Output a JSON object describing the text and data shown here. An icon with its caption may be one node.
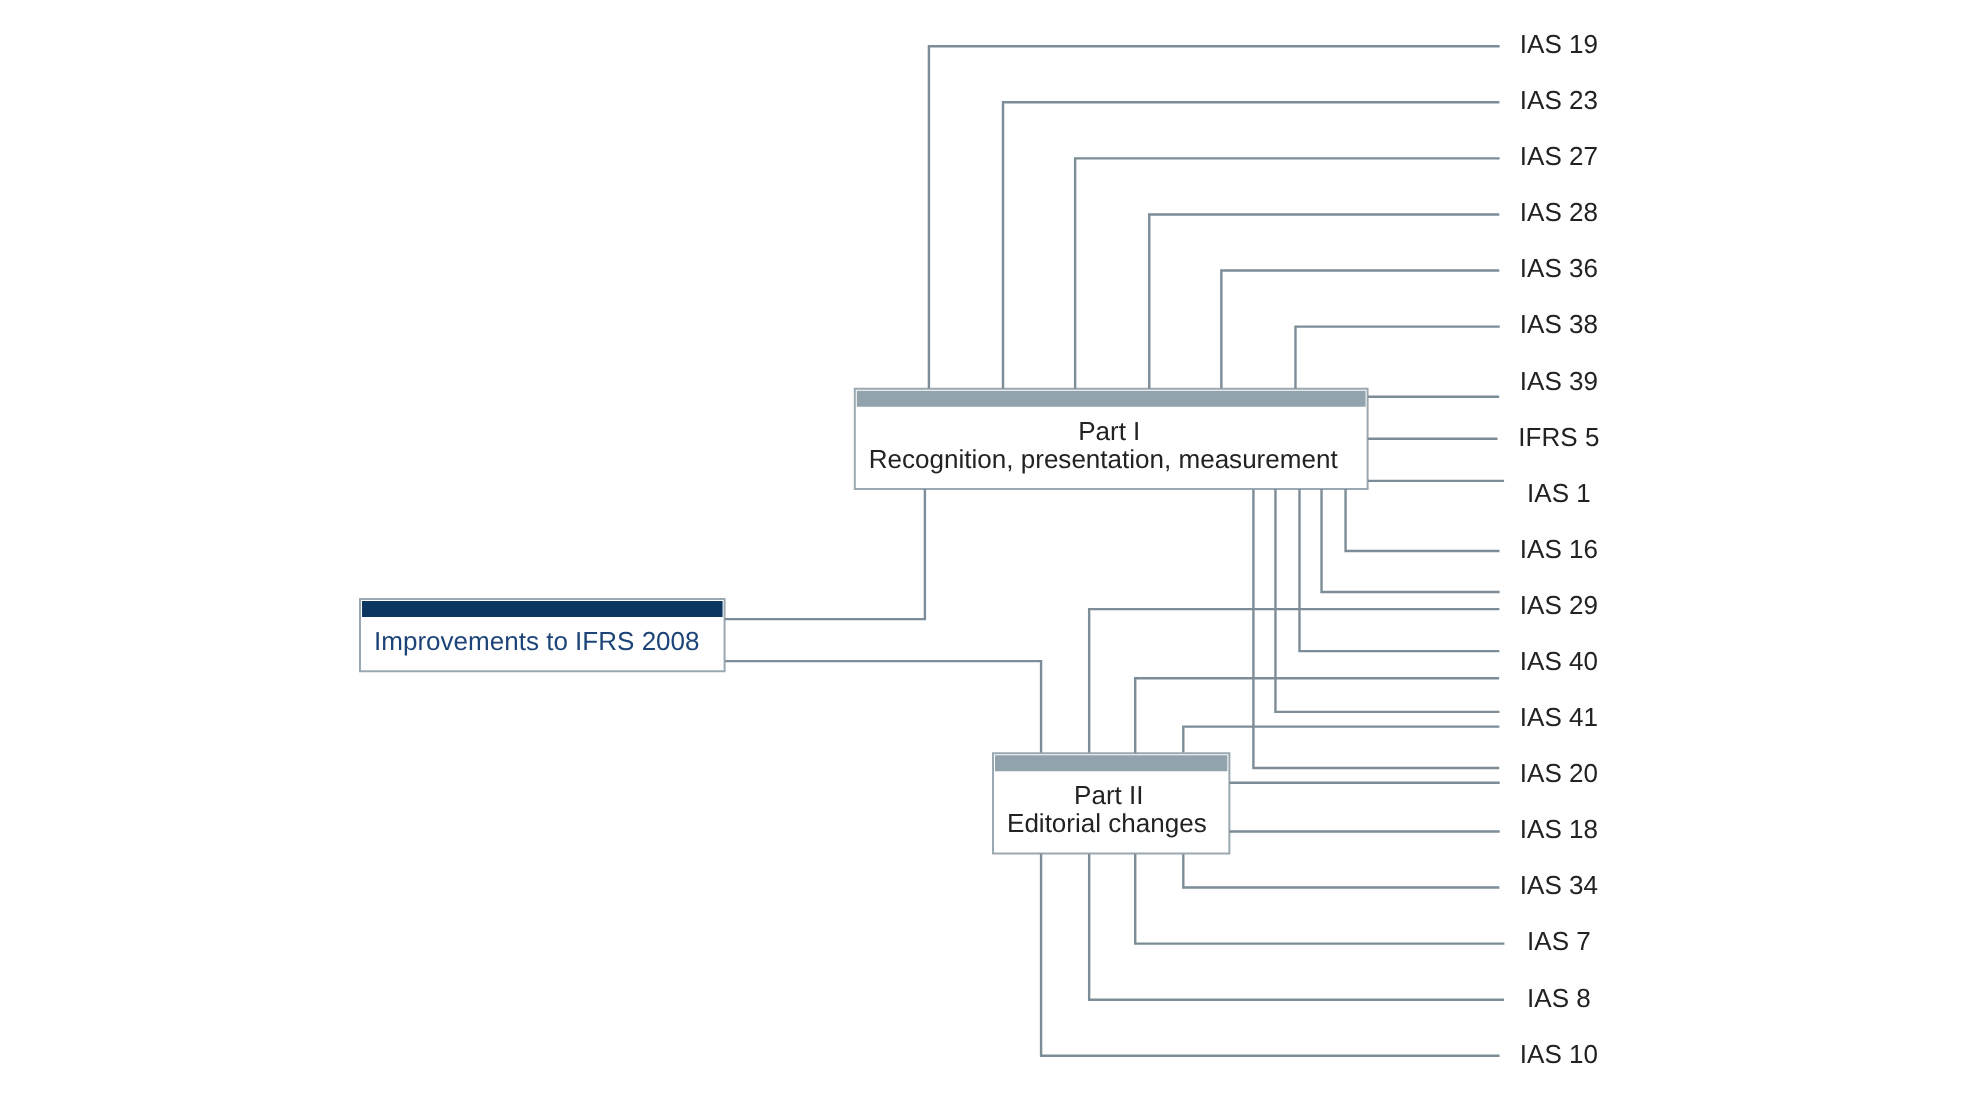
{
  "diagram": {
    "nodes": [
      {
        "text": [
          "Improvements to IFRS 2008"
        ]
      },
      {
        "text": [
          "Part I",
          "Recognition, presentation, measurement"
        ]
      },
      {
        "text": [
          "Part II",
          "Editorial changes"
        ]
      },
      {
        "text": [
          "IFRS 5"
        ]
      },
      {
        "text": [
          "IAS 1"
        ]
      },
      {
        "text": [
          "IAS 16"
        ]
      },
      {
        "text": [
          "IAS 19"
        ]
      },
      {
        "text": [
          "IAS 23"
        ]
      },
      {
        "text": [
          "IAS 27"
        ]
      },
      {
        "text": [
          "IAS 28"
        ]
      },
      {
        "text": [
          "IAS 36"
        ]
      },
      {
        "text": [
          "IAS 38"
        ]
      },
      {
        "text": [
          "IAS 39"
        ]
      },
      {
        "text": [
          "IAS 20"
        ]
      },
      {
        "text": [
          "IAS 29"
        ]
      },
      {
        "text": [
          "IAS 40"
        ]
      },
      {
        "text": [
          "IAS 41"
        ]
      },
      {
        "text": [
          "IAS 7"
        ]
      },
      {
        "text": [
          "IAS 8"
        ]
      },
      {
        "text": [
          "IAS 10"
        ]
      },
      {
        "text": [
          "IAS 18"
        ]
      },
      {
        "text": [
          "IAS 34"
        ]
      }
    ],
    "edges": [
      {
        "from": 0,
        "to": 1,
        "arrow": "none"
      },
      {
        "from": 0,
        "to": 2,
        "arrow": "none"
      },
      {
        "from": 1,
        "to": 3,
        "arrow": "none"
      },
      {
        "from": 1,
        "to": 4,
        "arrow": "none"
      },
      {
        "from": 1,
        "to": 5,
        "arrow": "none"
      },
      {
        "from": 1,
        "to": 6,
        "arrow": "none"
      },
      {
        "from": 1,
        "to": 7,
        "arrow": "none"
      },
      {
        "from": 1,
        "to": 8,
        "arrow": "none"
      },
      {
        "from": 1,
        "to": 9,
        "arrow": "none"
      },
      {
        "from": 1,
        "to": 10,
        "arrow": "none"
      },
      {
        "from": 1,
        "to": 11,
        "arrow": "none"
      },
      {
        "from": 1,
        "to": 12,
        "arrow": "none"
      },
      {
        "from": 1,
        "to": 13,
        "arrow": "none"
      },
      {
        "from": 1,
        "to": 14,
        "arrow": "none"
      },
      {
        "from": 1,
        "to": 15,
        "arrow": "none"
      },
      {
        "from": 1,
        "to": 16,
        "arrow": "none"
      },
      {
        "from": 2,
        "to": 13,
        "arrow": "none"
      },
      {
        "from": 2,
        "to": 14,
        "arrow": "none"
      },
      {
        "from": 2,
        "to": 15,
        "arrow": "none"
      },
      {
        "from": 2,
        "to": 16,
        "arrow": "none"
      },
      {
        "from": 2,
        "to": 17,
        "arrow": "none"
      },
      {
        "from": 2,
        "to": 18,
        "arrow": "none"
      },
      {
        "from": 2,
        "to": 19,
        "arrow": "none"
      },
      {
        "from": 2,
        "to": 20,
        "arrow": "none"
      },
      {
        "from": 2,
        "to": 21,
        "arrow": "none"
      }
    ]
  }
}
